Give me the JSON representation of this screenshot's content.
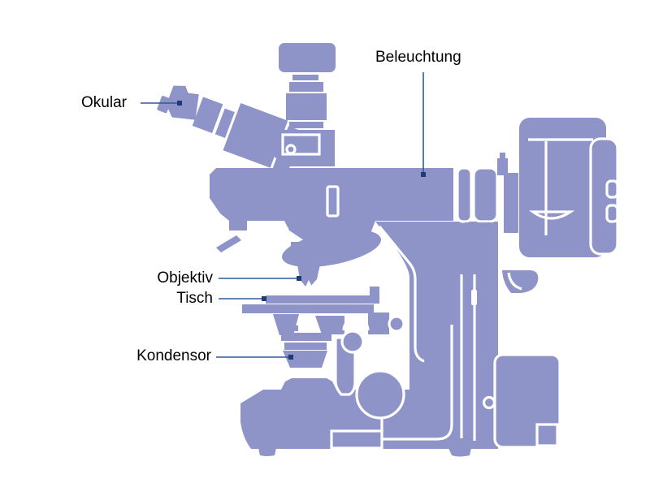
{
  "figure": {
    "type": "diagram",
    "subject": "Mikroskop-Schemazeichnung",
    "colors": {
      "background": "#ffffff",
      "body": "#8e93c8",
      "outline": "#ffffff",
      "leader_line": "#2d5c9e",
      "leader_dot": "#1e3c74",
      "label_text": "#000000"
    },
    "labels": [
      {
        "id": "okular",
        "text": "Okular"
      },
      {
        "id": "beleuchtung",
        "text": "Beleuchtung"
      },
      {
        "id": "objektiv",
        "text": "Objektiv"
      },
      {
        "id": "tisch",
        "text": "Tisch"
      },
      {
        "id": "kondensor",
        "text": "Kondensor"
      }
    ]
  }
}
